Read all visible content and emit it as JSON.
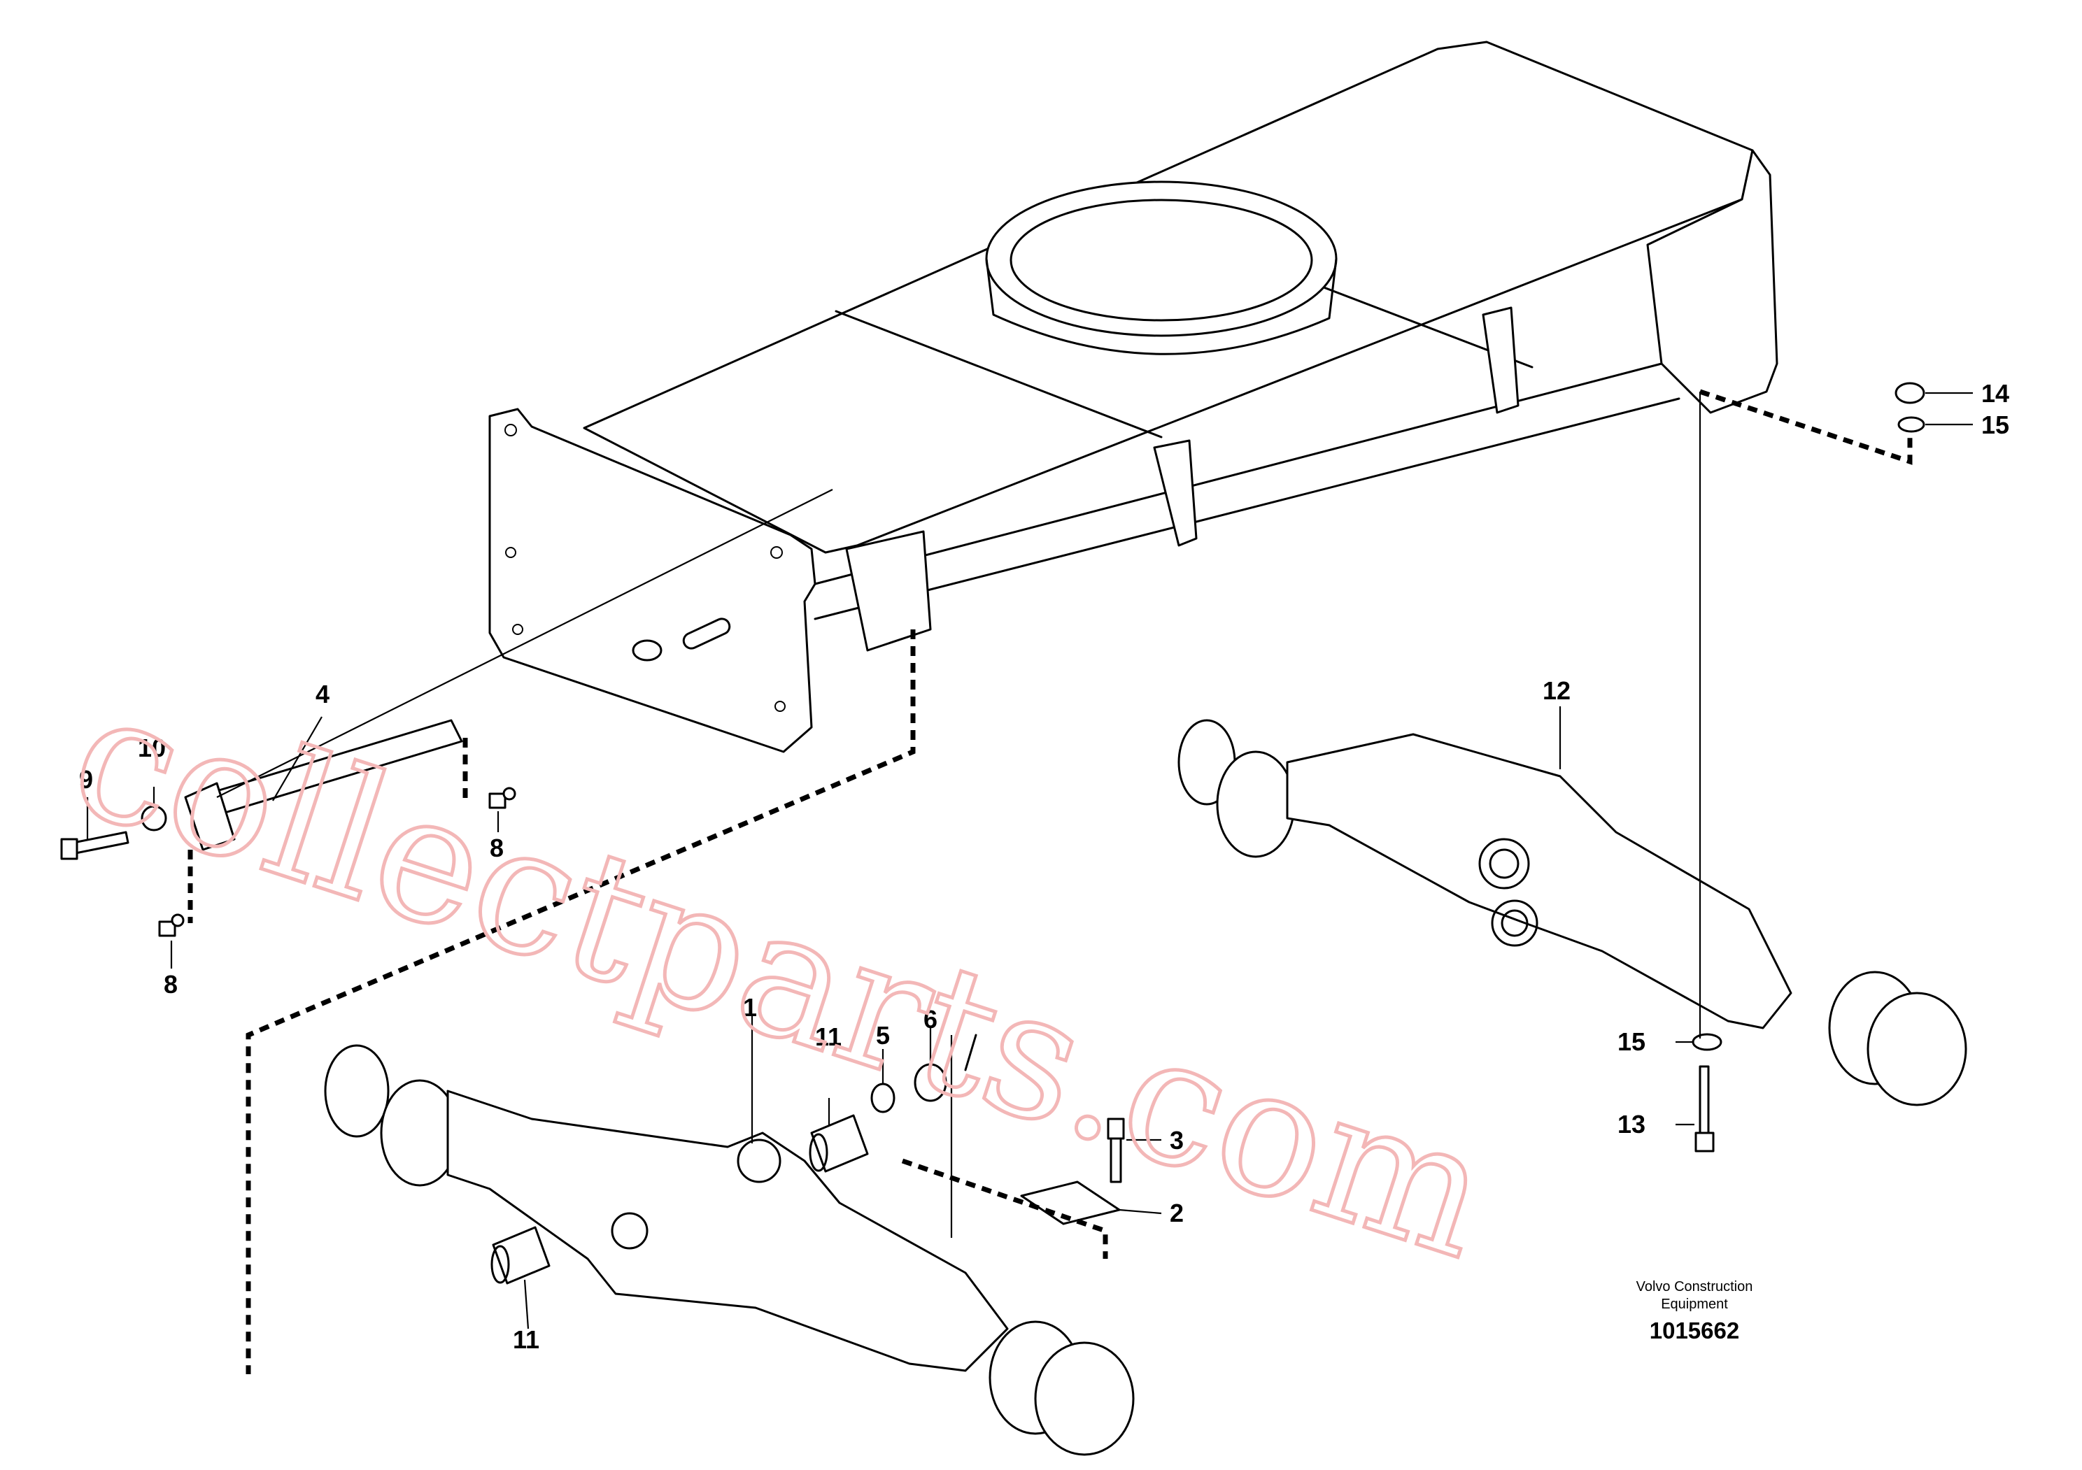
{
  "diagram": {
    "part_labels": {
      "p1": "1",
      "p2": "2",
      "p3": "3",
      "p4": "4",
      "p5": "5",
      "p6": "6",
      "p8a": "8",
      "p8b": "8",
      "p9": "9",
      "p10": "10",
      "p11a": "11",
      "p11b": "11",
      "p12": "12",
      "p13": "13",
      "p14": "14",
      "p15a": "15",
      "p15b": "15"
    },
    "caption": {
      "line1": "Volvo Construction",
      "line2": "Equipment",
      "code": "1015662"
    },
    "watermark": "collectparts.com"
  }
}
